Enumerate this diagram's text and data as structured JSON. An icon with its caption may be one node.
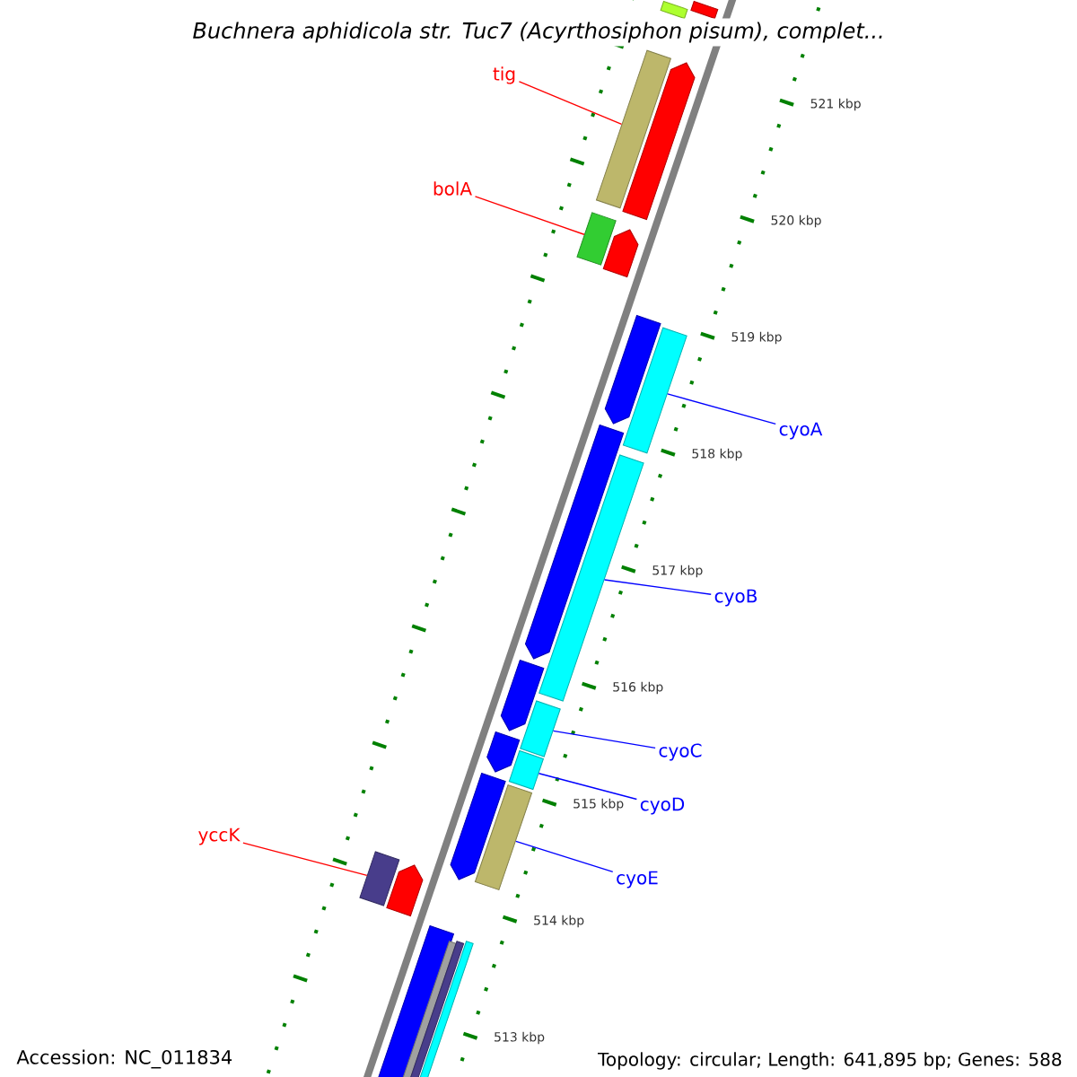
{
  "diagram": {
    "title": "Buchnera aphidicola str. Tuc7 (Acyrthosiphon pisum), complet...",
    "nodes": [
      {
        "text": [
          "tig"
        ]
      },
      {
        "text": [],
        "shape": "bar"
      },
      {
        "text": [
          "bolA"
        ]
      },
      {
        "text": [],
        "shape": "bar"
      },
      {
        "text": [
          "cyoA"
        ]
      },
      {
        "text": [],
        "shape": "bar"
      },
      {
        "text": [
          "cyoB"
        ]
      },
      {
        "text": [],
        "shape": "bar"
      },
      {
        "text": [
          "cyoC"
        ]
      },
      {
        "text": [],
        "shape": "bar"
      },
      {
        "text": [
          "cyoD"
        ]
      },
      {
        "text": [],
        "shape": "bar"
      },
      {
        "text": [
          "yccK"
        ]
      },
      {
        "text": [],
        "shape": "bar"
      },
      {
        "text": [
          "cyoE"
        ]
      },
      {
        "text": [],
        "shape": "bar"
      },
      {
        "text": [],
        "shape": "bar"
      },
      {
        "text": [],
        "shape": "bar"
      },
      {
        "text": [],
        "shape": "bar"
      },
      {
        "text": [],
        "shape": "bar"
      },
      {
        "text": [],
        "shape": "bar"
      },
      {
        "text": [],
        "shape": "bar"
      },
      {
        "text": [],
        "shape": "bar"
      },
      {
        "text": [],
        "shape": "bar"
      },
      {
        "text": [],
        "shape": "bar"
      },
      {
        "text": [],
        "shape": "bar"
      },
      {
        "text": [],
        "shape": "bar"
      },
      {
        "text": [],
        "shape": "bar"
      },
      {
        "text": [],
        "shape": "bar"
      },
      {
        "text": [],
        "shape": "bar"
      }
    ],
    "edges": [
      {
        "from": 0,
        "to": 1,
        "arrow": "none",
        "color": "#ff0000"
      },
      {
        "from": 2,
        "to": 3,
        "arrow": "none",
        "color": "#ff0000"
      },
      {
        "from": 4,
        "to": 5,
        "arrow": "none"
      },
      {
        "from": 6,
        "to": 7,
        "arrow": "none"
      },
      {
        "from": 8,
        "to": 9,
        "arrow": "none"
      },
      {
        "from": 10,
        "to": 11,
        "arrow": "none"
      },
      {
        "from": 12,
        "to": 13,
        "arrow": "none",
        "color": "#ff0000"
      },
      {
        "from": 14,
        "to": 15,
        "arrow": "none"
      }
    ],
    "labels": [
      "521 kbp",
      "520 kbp",
      "519 kbp",
      "518 kbp",
      "517 kbp",
      "516 kbp",
      "515 kbp",
      "514 kbp",
      "513 kbp",
      "Accession: NC_011834",
      "Topology: circular; Length: 641,895 bp; Genes: 588"
    ]
  }
}
